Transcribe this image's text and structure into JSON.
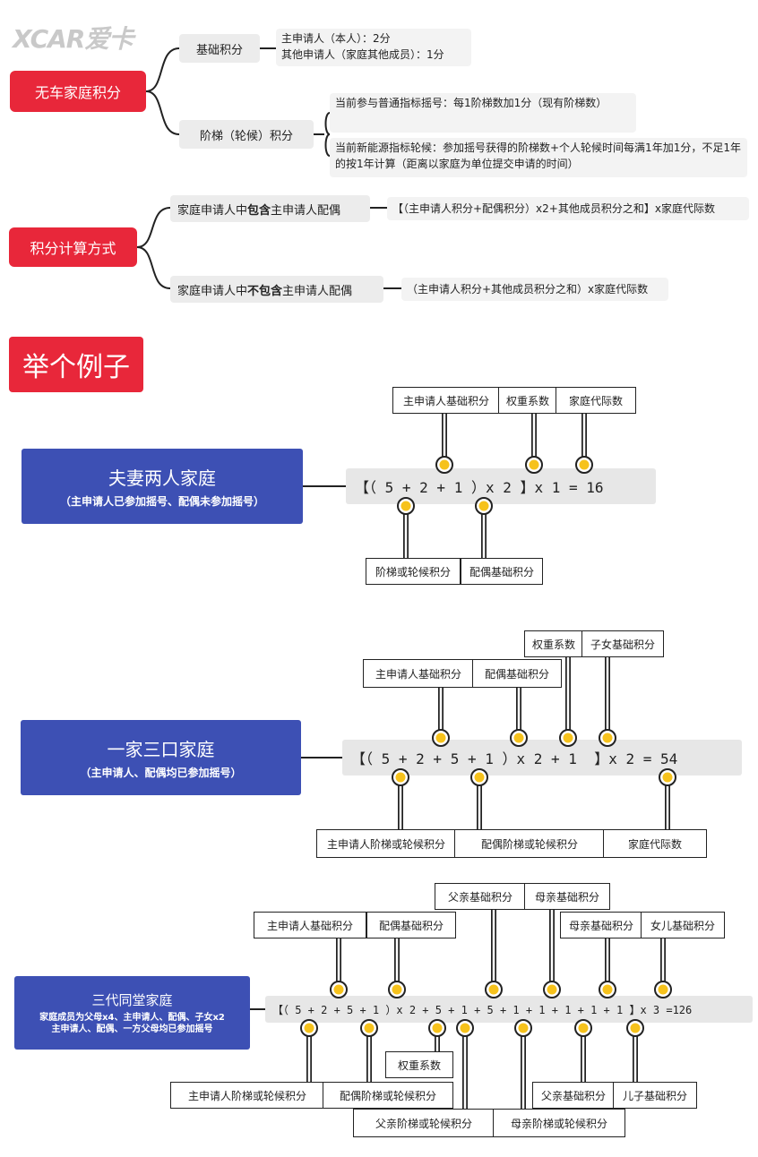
{
  "logo": {
    "text": "XCAR爱卡"
  },
  "section1": {
    "title": "无车家庭积分",
    "branch1": {
      "label": "基础积分",
      "note_lines": [
        "主申请人（本人）：2分",
        "其他申请人（家庭其他成员）：1分"
      ]
    },
    "branch2": {
      "label": "阶梯（轮候）积分",
      "note1": "当前参与普通指标摇号：每1阶梯数加1分（现有阶梯数）",
      "note2": "当前新能源指标轮候：参加摇号获得的阶梯数+个人轮候时间每满1年加1分，不足1年的按1年计算（距离以家庭为单位提交申请的时间）"
    }
  },
  "section2": {
    "title": "积分计算方式",
    "branch1": {
      "pre": "家庭申请人中",
      "bold": "包含",
      "post": "主申请人配偶",
      "formula": "【（主申请人积分+配偶积分）x2+其他成员积分之和】x家庭代际数"
    },
    "branch2": {
      "pre": "家庭申请人中",
      "bold": "不包含",
      "post": "主申请人配偶",
      "formula": "（主申请人积分+其他成员积分之和）x家庭代际数"
    }
  },
  "example": {
    "title": "举个例子",
    "cases": [
      {
        "title": "夫妻两人家庭",
        "subtitle": "（主申请人已参加摇号、配偶未参加摇号）",
        "formula": "【（ 5 + 2 + 1 ）x 2 】x 1 = 16",
        "labels_top": [
          "主申请人基础积分",
          "权重系数",
          "家庭代际数"
        ],
        "labels_bottom": [
          "阶梯或轮候积分",
          "配偶基础积分"
        ]
      },
      {
        "title": "一家三口家庭",
        "subtitle": "（主申请人、配偶均已参加摇号）",
        "formula": "【（ 5 + 2 + 5 + 1 ）x 2 + 1  】x 2 = 54",
        "labels_top": [
          "权重系数",
          "子女基础积分",
          "主申请人基础积分",
          "配偶基础积分"
        ],
        "labels_bottom": [
          "主申请人阶梯或轮候积分",
          "配偶阶梯或轮候积分",
          "家庭代际数"
        ]
      },
      {
        "title": "三代同堂家庭",
        "subtitle_lines": [
          "家庭成员为父母x4、主申请人、配偶、子女x2",
          "主申请人、配偶、一方父母均已参加摇号"
        ],
        "formula": "【（ 5 + 2 + 5 + 1 ）x 2 + 5 + 1 + 5 + 1 + 1 + 1 + 1 + 1 】x 3 =126",
        "labels_top": [
          "父亲基础积分",
          "母亲基础积分",
          "主申请人基础积分",
          "配偶基础积分",
          "母亲基础积分",
          "女儿基础积分"
        ],
        "labels_bottom": [
          "权重系数",
          "主申请人阶梯或轮候积分",
          "配偶阶梯或轮候积分",
          "父亲基础积分",
          "儿子基础积分",
          "父亲阶梯或轮候积分",
          "母亲阶梯或轮候积分"
        ]
      }
    ]
  }
}
